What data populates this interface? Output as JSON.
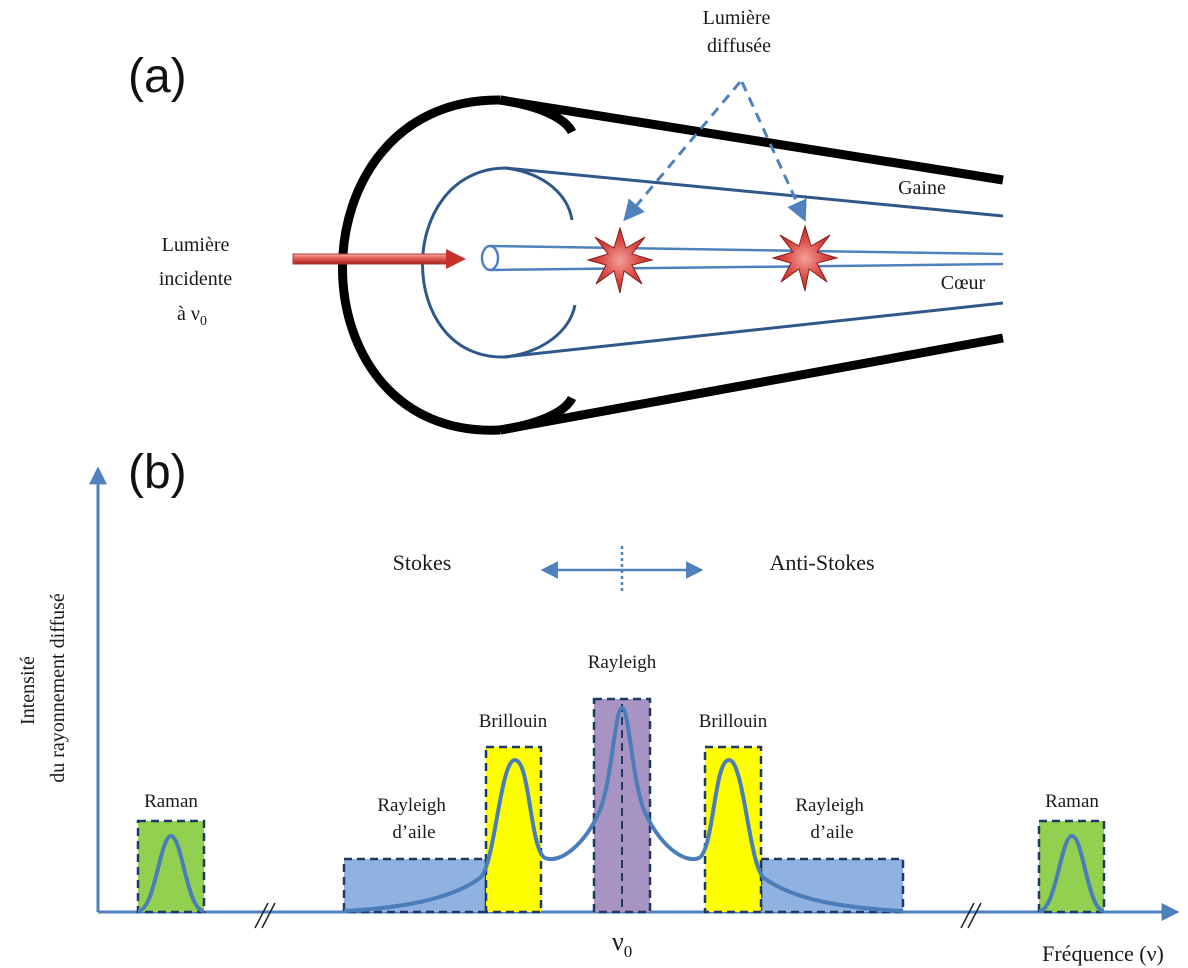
{
  "panel_a": {
    "panel_label": "(a)",
    "scattered_light": [
      "Lumière",
      "diffusée"
    ],
    "incident_light": [
      "Lumière",
      "incidente",
      "à ν"
    ],
    "incident_subscript": "0",
    "cladding_label": "Gaine",
    "core_label": "Cœur"
  },
  "panel_b": {
    "panel_label": "(b)",
    "y_axis_label": [
      "Intensité",
      "du rayonnement diffusé"
    ],
    "x_axis_label": "Fréquence (ν)",
    "center_label": "ν",
    "center_subscript": "0",
    "stokes_label": "Stokes",
    "anti_stokes_label": "Anti-Stokes",
    "bands": {
      "raman_left": "Raman",
      "rayleigh_wing_left": [
        "Rayleigh",
        "d’aile"
      ],
      "brillouin_left": "Brillouin",
      "rayleigh_center": "Rayleigh",
      "brillouin_right": "Brillouin",
      "rayleigh_wing_right": [
        "Rayleigh",
        "d’aile"
      ],
      "raman_right": "Raman"
    }
  },
  "colors": {
    "axis": "#4f81bd",
    "curve": "#4a7ebb",
    "fiber_outer": "#000000",
    "fiber_cladding": "#2f5889",
    "fiber_core": "#4f81bd",
    "raman_fill": "#92d050",
    "brillouin_fill": "#ffff00",
    "rayleigh_fill": "#a794c2",
    "wing_fill": "#8fb2e0",
    "box_border": "#1f3864",
    "arrow_red": "#d9453f",
    "star_red": "#d13b37"
  }
}
